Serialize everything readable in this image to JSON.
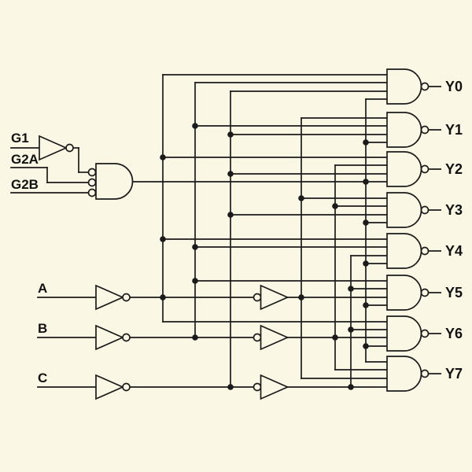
{
  "colors": {
    "background": "#FAF8E4",
    "line": "#1B1B1B",
    "label": "#111111"
  },
  "labels": {
    "enable_inputs": [
      "G1",
      "G2A",
      "G2B"
    ],
    "select_inputs": [
      "A",
      "B",
      "C"
    ],
    "outputs": [
      "Y0",
      "Y1",
      "Y2",
      "Y3",
      "Y4",
      "Y5",
      "Y6",
      "Y7"
    ]
  }
}
